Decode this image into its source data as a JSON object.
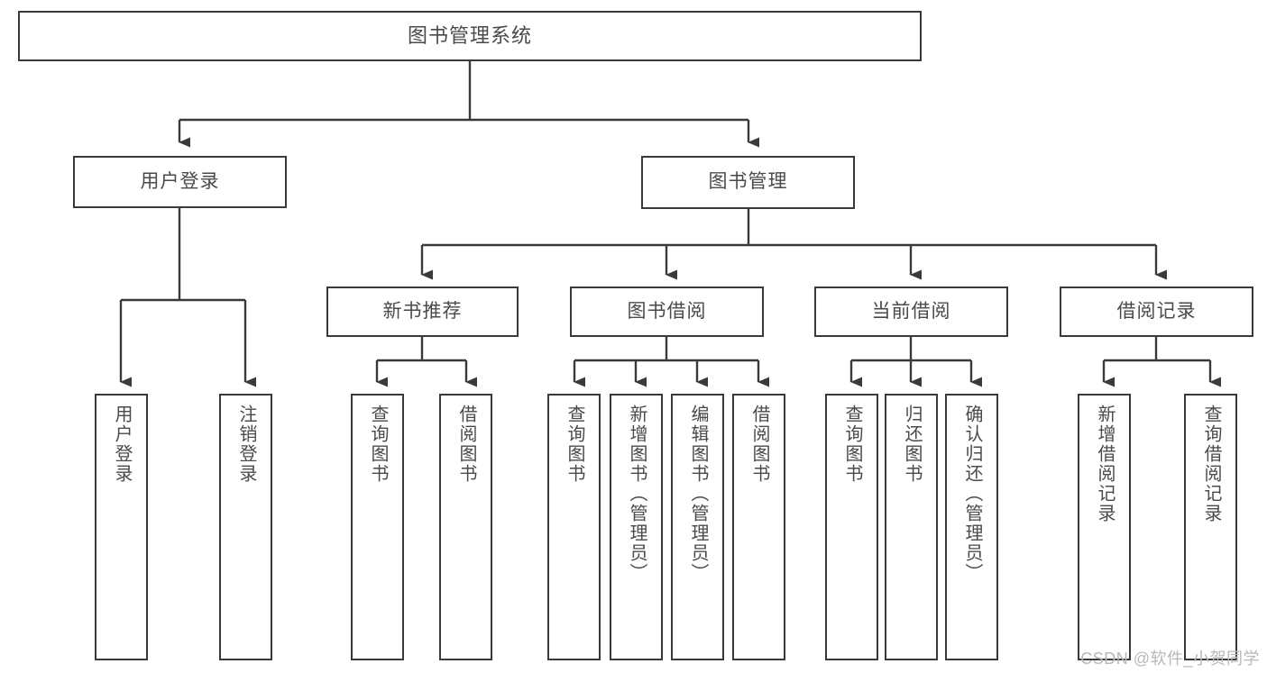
{
  "diagram": {
    "title": "图书管理系统",
    "type": "tree-functional-structure",
    "root": {
      "label": "图书管理系统"
    },
    "level1": [
      {
        "label": "用户登录"
      },
      {
        "label": "图书管理"
      }
    ],
    "level2": [
      {
        "label": "新书推荐"
      },
      {
        "label": "图书借阅"
      },
      {
        "label": "当前借阅"
      },
      {
        "label": "借阅记录"
      }
    ],
    "leaves": {
      "user_login": [
        {
          "label": "用户登录"
        },
        {
          "label": "注销登录"
        }
      ],
      "new_book_recommend": [
        {
          "label": "查询图书"
        },
        {
          "label": "借阅图书"
        }
      ],
      "book_borrow": [
        {
          "label": "查询图书"
        },
        {
          "label": "新增图书（管理员）"
        },
        {
          "label": "编辑图书（管理员）"
        },
        {
          "label": "借阅图书"
        }
      ],
      "current_borrow": [
        {
          "label": "查询图书"
        },
        {
          "label": "归还图书"
        },
        {
          "label": "确认归还（管理员）"
        }
      ],
      "borrow_record": [
        {
          "label": "新增借阅记录"
        },
        {
          "label": "查询借阅记录"
        }
      ]
    }
  },
  "watermark": {
    "text": "CSDN @软件_小贺同学"
  },
  "colors": {
    "stroke": "#3a3a3a",
    "text": "#4a4a4a",
    "background": "#ffffff",
    "watermark": "#b8b8b8"
  }
}
